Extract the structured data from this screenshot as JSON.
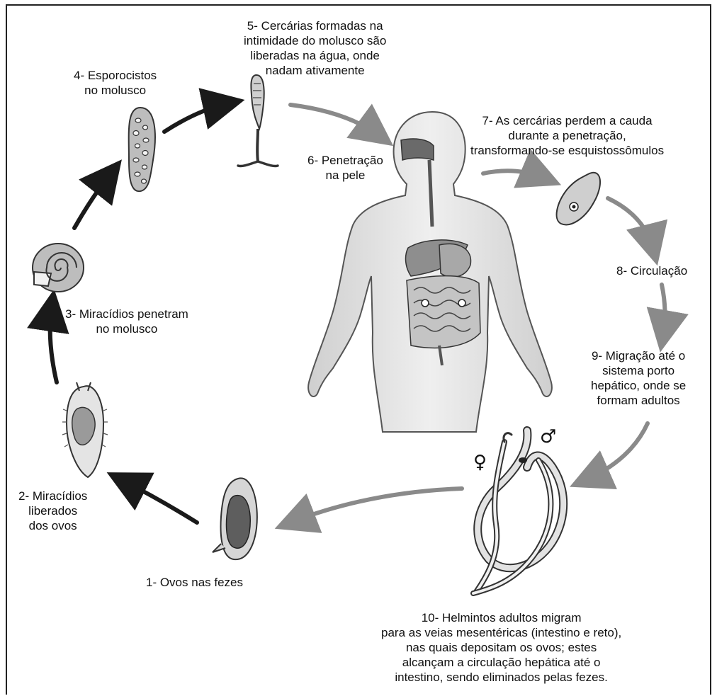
{
  "stages": [
    {
      "id": 1,
      "label": "1- Ovos nas fezes"
    },
    {
      "id": 2,
      "label": "2- Miracídios\nliberados\ndos ovos"
    },
    {
      "id": 3,
      "label": "3- Miracídios penetram\nno molusco"
    },
    {
      "id": 4,
      "label": "4- Esporocistos\nno molusco"
    },
    {
      "id": 5,
      "label": "5- Cercárias formadas na\nintimidade do molusco são\nliberadas na água, onde\nnadam ativamente"
    },
    {
      "id": 6,
      "label": "6- Penetração\nna pele"
    },
    {
      "id": 7,
      "label": "7- As cercárias perdem a cauda\ndurante a penetração,\ntransformando-se esquistossômulos"
    },
    {
      "id": 8,
      "label": "8- Circulação"
    },
    {
      "id": 9,
      "label": "9- Migração até o\nsistema porto\nhepático, onde se\nformam adultos"
    },
    {
      "id": 10,
      "label": "10- Helmintos adultos migram\npara as veias mesentéricas (intestino e reto),\nnas quais depositam os ovos; estes\nalcançam a circulação hepática até o\nintestino, sendo eliminados pelas fezes."
    }
  ],
  "symbols": {
    "female": "♀",
    "male": "♂"
  },
  "colors": {
    "dark_arrow": "#1a1a1a",
    "grey_arrow": "#8a8a8a",
    "body_fill": "#e6e6e6",
    "outline": "#333333"
  }
}
